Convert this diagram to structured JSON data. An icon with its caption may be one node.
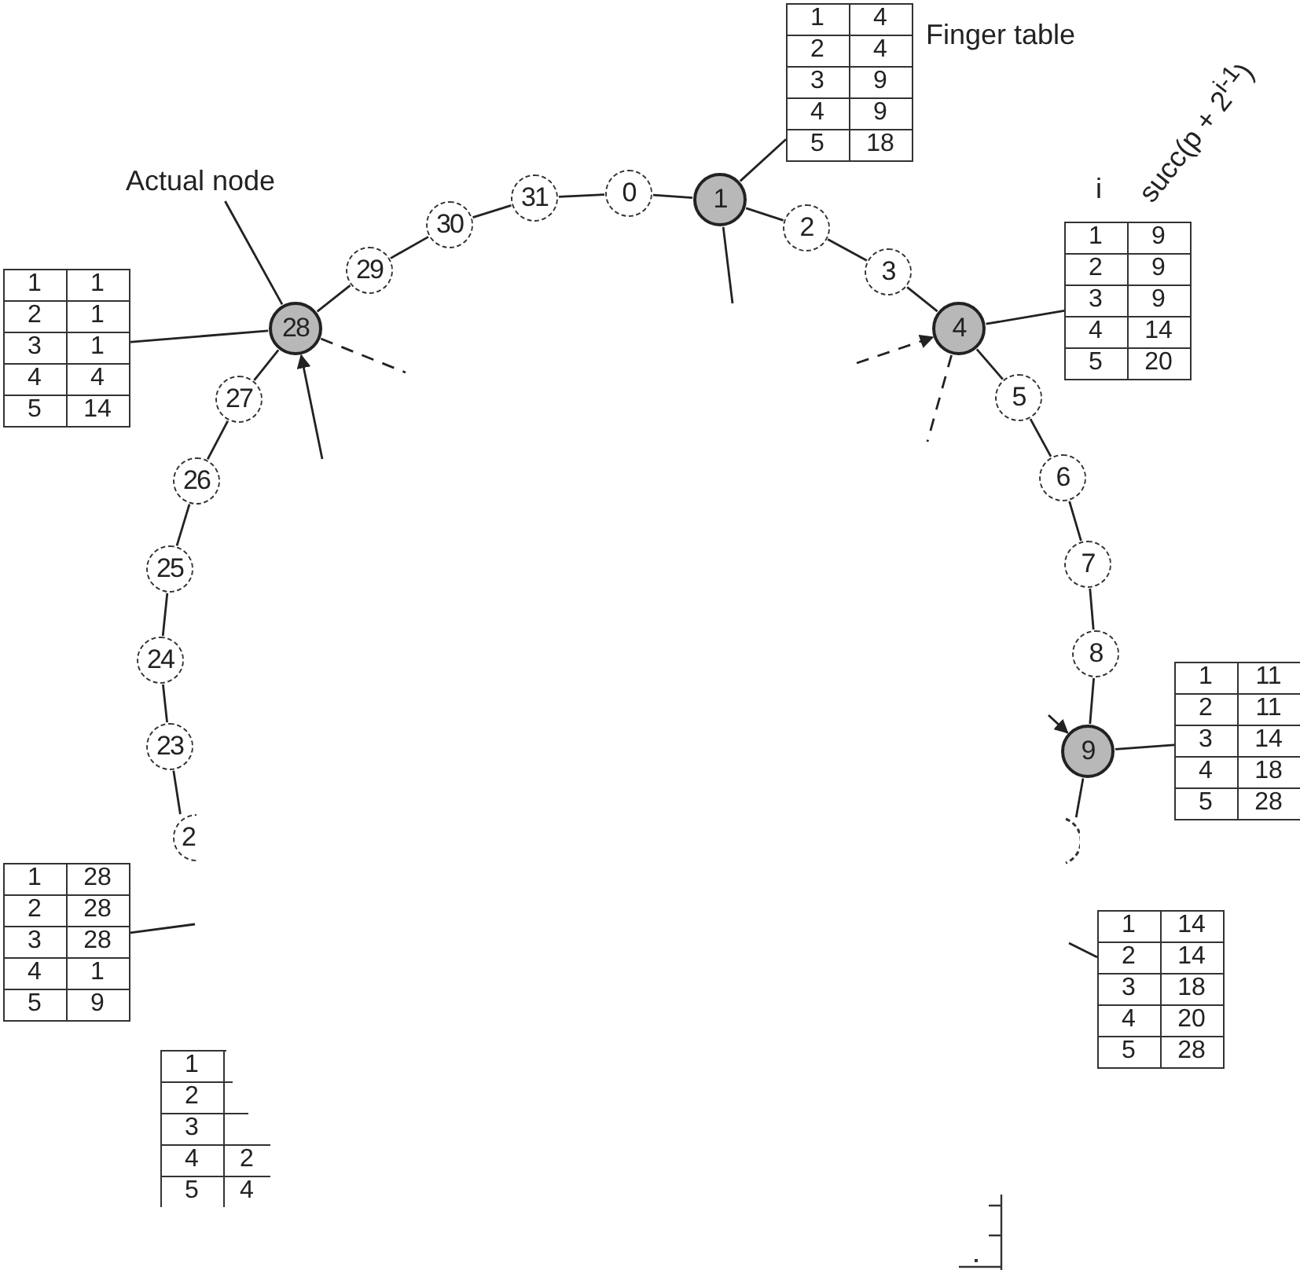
{
  "diagram": {
    "nodes": [
      {
        "text": [
          "0"
        ]
      },
      {
        "text": [
          "1"
        ]
      },
      {
        "text": [
          "2"
        ]
      },
      {
        "text": [
          "3"
        ]
      },
      {
        "text": [
          "4"
        ]
      },
      {
        "text": [
          "5"
        ]
      },
      {
        "text": [
          "6"
        ]
      },
      {
        "text": [
          "7"
        ]
      },
      {
        "text": [
          "8"
        ]
      },
      {
        "text": [
          "9"
        ]
      },
      {
        "text": [],
        "shape": "circle"
      },
      {
        "text": [
          "2"
        ]
      },
      {
        "text": [
          "23"
        ]
      },
      {
        "text": [
          "24"
        ]
      },
      {
        "text": [
          "25"
        ]
      },
      {
        "text": [
          "26"
        ]
      },
      {
        "text": [
          "27"
        ]
      },
      {
        "text": [
          "28"
        ]
      },
      {
        "text": [
          "29"
        ]
      },
      {
        "text": [
          "30"
        ]
      },
      {
        "text": [
          "31"
        ]
      },
      {
        "text": [
          "1",
          "4",
          "2",
          "4",
          "3",
          "9",
          "4",
          "9",
          "5",
          "18"
        ]
      },
      {
        "text": [
          "1",
          "9",
          "2",
          "9",
          "3",
          "9",
          "4",
          "14",
          "5",
          "20"
        ]
      },
      {
        "text": [
          "1",
          "11",
          "2",
          "11",
          "3",
          "14",
          "4",
          "18",
          "5",
          "28"
        ]
      },
      {
        "text": [
          "1",
          "1",
          "2",
          "1",
          "3",
          "1",
          "4",
          "4",
          "5",
          "14"
        ]
      },
      {
        "text": [
          "1",
          "28",
          "2",
          "28",
          "3",
          "28",
          "4",
          "1",
          "5",
          "9"
        ]
      },
      {
        "text": [
          "1",
          "14",
          "2",
          "14",
          "3",
          "18",
          "4",
          "20",
          "5",
          "28"
        ]
      },
      {
        "text": [
          "1",
          "2",
          "3",
          "4",
          "2",
          "5",
          "4"
        ]
      },
      {
        "text": [
          "Actual node"
        ]
      }
    ],
    "edges": [
      {
        "from": 20,
        "to": 0,
        "arrow": "none"
      },
      {
        "from": 0,
        "to": 1,
        "arrow": "none"
      },
      {
        "from": 1,
        "to": 2,
        "arrow": "none"
      },
      {
        "from": 2,
        "to": 3,
        "arrow": "none"
      },
      {
        "from": 3,
        "to": 4,
        "arrow": "none"
      },
      {
        "from": 4,
        "to": 5,
        "arrow": "none"
      },
      {
        "from": 5,
        "to": 6,
        "arrow": "none"
      },
      {
        "from": 6,
        "to": 7,
        "arrow": "none"
      },
      {
        "from": 7,
        "to": 8,
        "arrow": "none"
      },
      {
        "from": 8,
        "to": 9,
        "arrow": "none"
      },
      {
        "from": 9,
        "to": 10,
        "arrow": "none"
      },
      {
        "from": 11,
        "to": 12,
        "arrow": "none"
      },
      {
        "from": 12,
        "to": 13,
        "arrow": "none"
      },
      {
        "from": 13,
        "to": 14,
        "arrow": "none"
      },
      {
        "from": 14,
        "to": 15,
        "arrow": "none"
      },
      {
        "from": 15,
        "to": 16,
        "arrow": "none"
      },
      {
        "from": 16,
        "to": 17,
        "arrow": "none"
      },
      {
        "from": 17,
        "to": 18,
        "arrow": "none"
      },
      {
        "from": 18,
        "to": 19,
        "arrow": "none"
      },
      {
        "from": 19,
        "to": 20,
        "arrow": "none"
      },
      {
        "from": 28,
        "to": 17,
        "arrow": "none"
      },
      {
        "from": 21,
        "to": 1,
        "arrow": "none"
      },
      {
        "from": 22,
        "to": 4,
        "arrow": "none"
      },
      {
        "from": 23,
        "to": 9,
        "arrow": "none"
      },
      {
        "from": 24,
        "to": 17,
        "arrow": "none"
      },
      {
        "from": 25,
        "to": null,
        "arrow": "none"
      },
      {
        "from": 26,
        "to": null,
        "arrow": "none"
      },
      {
        "from": 1,
        "to": null,
        "arrow": "none"
      },
      {
        "from": 17,
        "to": null,
        "arrow": "none",
        "style": "dashed"
      },
      {
        "from": null,
        "to": 17,
        "arrow": "to"
      },
      {
        "from": null,
        "to": 4,
        "arrow": "to",
        "style": "dashed"
      },
      {
        "from": 4,
        "to": null,
        "arrow": "none",
        "style": "dashed"
      },
      {
        "from": null,
        "to": 9,
        "arrow": "to"
      }
    ],
    "labels": [
      "Finger table",
      "i",
      "succ(p + 2$^{i-1}$)"
    ]
  }
}
